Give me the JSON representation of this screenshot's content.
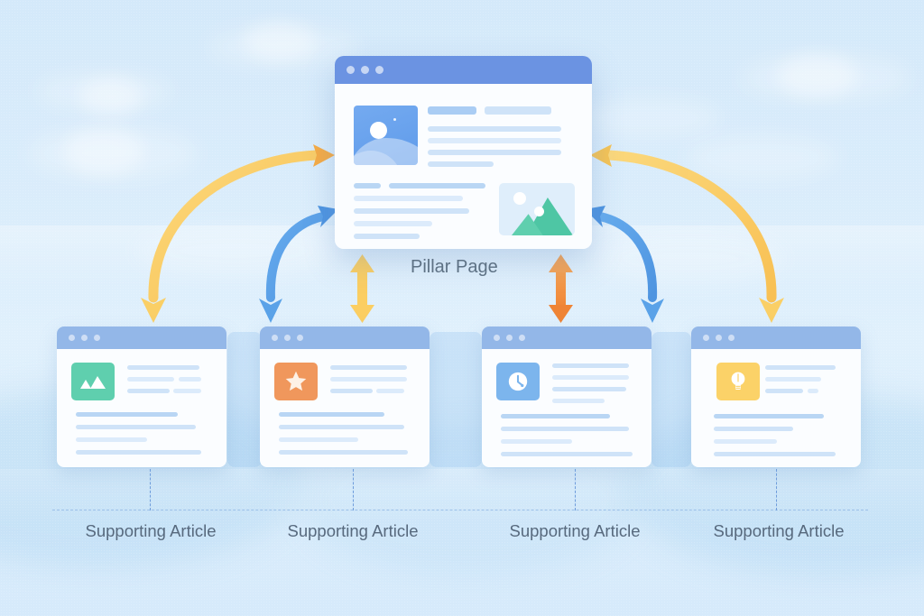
{
  "diagram": {
    "title": "Pillar Page and Supporting Articles content cluster",
    "background_color": "#d9ecfb",
    "accent_colors": {
      "pillar_header": "#6b93e2",
      "card_header": "#93b7e8",
      "arrow_yellow": "#fcd165",
      "arrow_orange": "#f39243",
      "arrow_blue": "#56a0e8",
      "text": "#57697d",
      "dashed_line": "#9cc0e8"
    }
  },
  "pillar": {
    "label": "Pillar Page",
    "window_dots": 3,
    "hero_icon": "image-placeholder-icon",
    "thumbnail_icon": "mountain-photo-icon",
    "text_lines": 9
  },
  "supporting_articles": [
    {
      "label": "Supporting Article",
      "icon": "mountain-image-icon",
      "icon_color": "#5fcfae",
      "window_dots": 3
    },
    {
      "label": "Supporting Article",
      "icon": "star-icon",
      "icon_color": "#f0975c",
      "window_dots": 3
    },
    {
      "label": "Supporting Article",
      "icon": "clock-icon",
      "icon_color": "#7cb5ed",
      "window_dots": 3
    },
    {
      "label": "Supporting Article",
      "icon": "lightbulb-icon",
      "icon_color": "#fbd268",
      "window_dots": 3
    }
  ],
  "connectors": [
    {
      "name": "outer-left-link",
      "style": "curved-double-arrow",
      "color": "#fcd165",
      "from": "supporting-article-1",
      "to": "pillar"
    },
    {
      "name": "inner-left-link",
      "style": "curved-double-arrow",
      "color": "#56a0e8",
      "from": "supporting-article-2",
      "to": "pillar"
    },
    {
      "name": "vertical-left-link",
      "style": "straight-double-arrow",
      "color": "#fcd165",
      "from": "supporting-article-2",
      "to": "pillar"
    },
    {
      "name": "vertical-right-link",
      "style": "straight-double-arrow",
      "color": "#f39243",
      "from": "supporting-article-3",
      "to": "pillar"
    },
    {
      "name": "inner-right-link",
      "style": "curved-double-arrow",
      "color": "#56a0e8",
      "from": "supporting-article-3",
      "to": "pillar"
    },
    {
      "name": "outer-right-link",
      "style": "curved-double-arrow",
      "color": "#fcd165",
      "from": "supporting-article-4",
      "to": "pillar"
    }
  ]
}
